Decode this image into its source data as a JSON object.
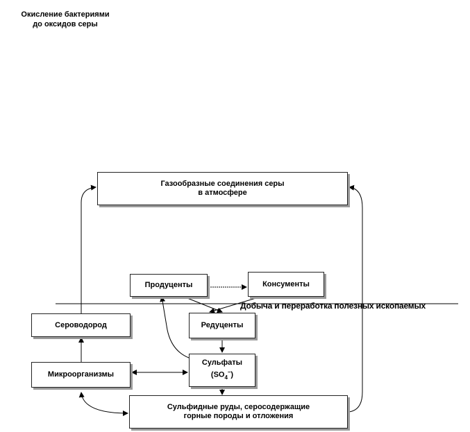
{
  "caption": {
    "line1": "Окисление бактериями",
    "line2": "до оксидов серы"
  },
  "nodes": {
    "gases": {
      "line1": "Газообразные  соединения  серы",
      "line2": "в атмосфере"
    },
    "producers": "Продуценты",
    "consumers": "Консументы",
    "decomposers": "Редуценты",
    "hydrogen_sulfide": "Сероводород",
    "microorganisms": "Микроорганизмы",
    "sulfates": {
      "line1": "Сульфаты",
      "line2_text": "(SO",
      "sub": "4",
      "sup": "–",
      "close": ")"
    },
    "ores": {
      "line1": "Сульфидные  руды,  серосодержащие",
      "line2": "горные  породы  и  отложения"
    }
  },
  "mining_label": "Добыча и переработка полезных ископаемых"
}
